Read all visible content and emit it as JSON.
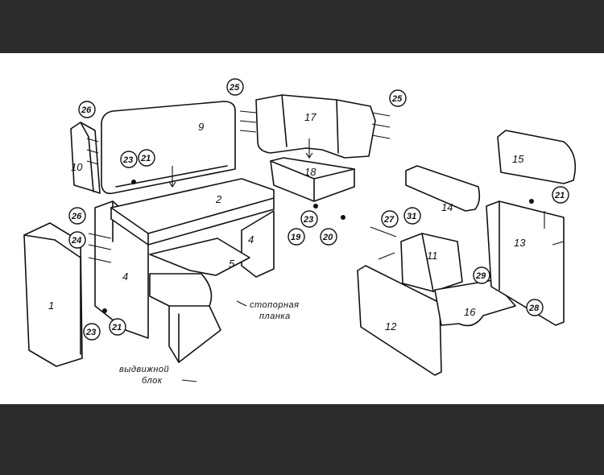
{
  "diagram": {
    "background": "#2b2b2b",
    "sheet": "#ffffff",
    "ink": "#111111",
    "parts": {
      "p1": "1",
      "p2": "2",
      "p4a": "4",
      "p4b": "4",
      "p5": "5",
      "p9": "9",
      "p10": "10",
      "p11": "11",
      "p12": "12",
      "p13": "13",
      "p14": "14",
      "p15": "15",
      "p16": "16",
      "p17": "17",
      "p18": "18"
    },
    "callouts": {
      "c19": "19",
      "c20": "20",
      "c21a": "21",
      "c21b": "21",
      "c21c": "21",
      "c23a": "23",
      "c23b": "23",
      "c23c": "23",
      "c24": "24",
      "c25a": "25",
      "c25b": "25",
      "c26a": "26",
      "c26b": "26",
      "c27": "27",
      "c28": "28",
      "c29": "29",
      "c31": "31"
    },
    "labels": {
      "stopper_line1": "стопорная",
      "stopper_line2": "планка",
      "drawer_line1": "выдвижной",
      "drawer_line2": "блок"
    }
  }
}
